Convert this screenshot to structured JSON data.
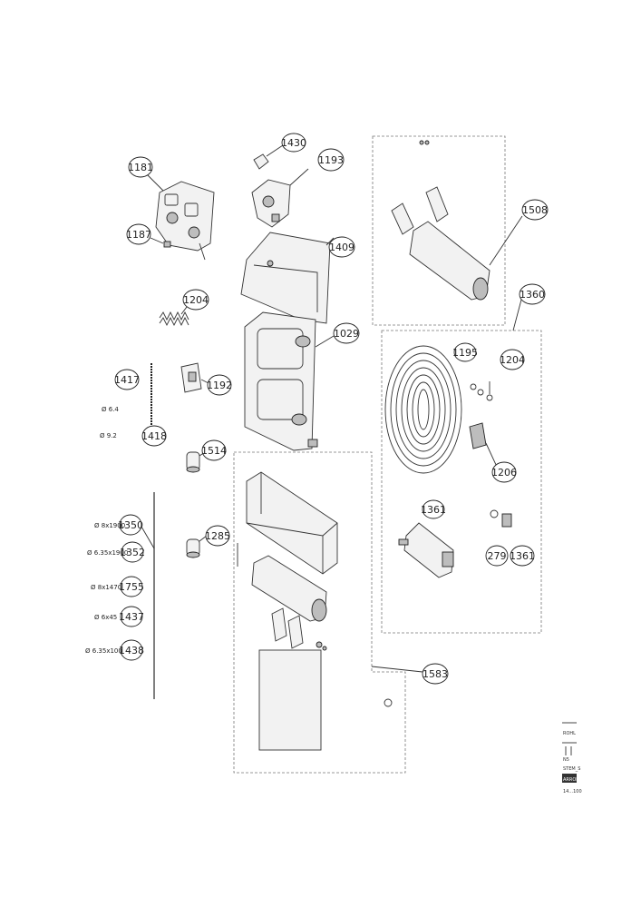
{
  "callouts": {
    "c1430": "1430",
    "c1193": "1193",
    "c1181": "1181",
    "c1187": "1187",
    "c1409": "1409",
    "c1508": "1508",
    "c1204a": "1204",
    "c1360": "1360",
    "c1029": "1029",
    "c1195": "1195",
    "c1204b": "1204",
    "c1417": "1417",
    "c1192": "1192",
    "c1418": "1418",
    "c1514": "1514",
    "c1206": "1206",
    "c1350": "1350",
    "c1352": "1352",
    "c1285": "1285",
    "c1361": "1361",
    "c279": "279",
    "c1361b": "1361",
    "c1755": "1755",
    "c1437": "1437",
    "c1438": "1438",
    "c1583": "1583"
  },
  "dimensions": {
    "d64": "Ø 6.4",
    "d912": "Ø 9.2",
    "d1350": "Ø 8x1900",
    "d1352": "Ø 6.35x1900",
    "d1755": "Ø 8x1470",
    "d1437": "Ø 6x45",
    "d1438": "Ø 6.35x100"
  },
  "title_block": {
    "r1": "ROHL",
    "r2": "N5",
    "r3": "STEM_S",
    "r4": "ARRONDI",
    "r5": "14...100"
  }
}
